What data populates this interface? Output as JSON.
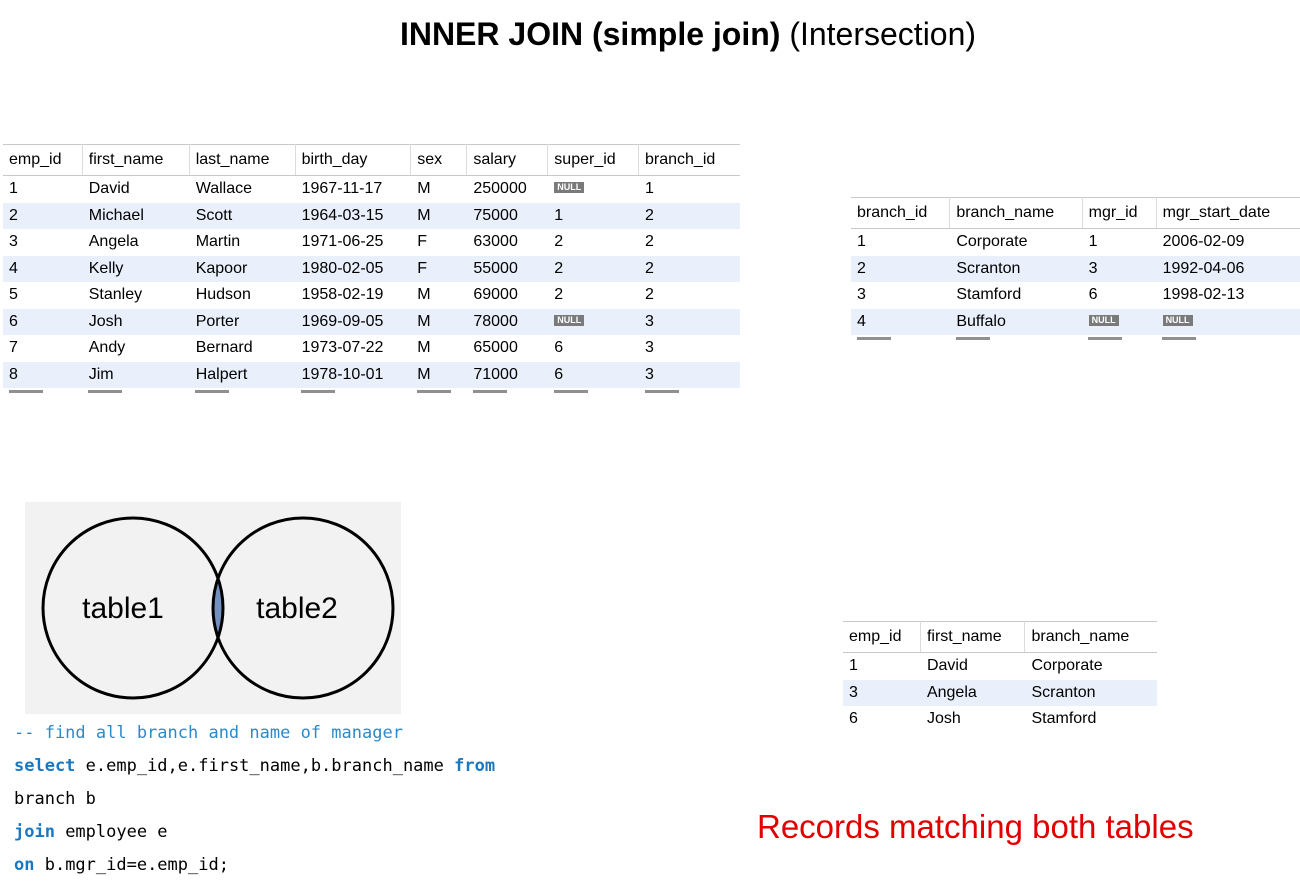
{
  "heading": {
    "bold_part": "INNER JOIN (simple join)",
    "normal_part": "(Intersection)"
  },
  "employee_table": {
    "columns": [
      "emp_id",
      "first_name",
      "last_name",
      "birth_day",
      "sex",
      "salary",
      "super_id",
      "branch_id"
    ],
    "rows": [
      [
        "1",
        "David",
        "Wallace",
        "1967-11-17",
        "M",
        "250000",
        "NULL",
        "1"
      ],
      [
        "2",
        "Michael",
        "Scott",
        "1964-03-15",
        "M",
        "75000",
        "1",
        "2"
      ],
      [
        "3",
        "Angela",
        "Martin",
        "1971-06-25",
        "F",
        "63000",
        "2",
        "2"
      ],
      [
        "4",
        "Kelly",
        "Kapoor",
        "1980-02-05",
        "F",
        "55000",
        "2",
        "2"
      ],
      [
        "5",
        "Stanley",
        "Hudson",
        "1958-02-19",
        "M",
        "69000",
        "2",
        "2"
      ],
      [
        "6",
        "Josh",
        "Porter",
        "1969-09-05",
        "M",
        "78000",
        "NULL",
        "3"
      ],
      [
        "7",
        "Andy",
        "Bernard",
        "1973-07-22",
        "M",
        "65000",
        "6",
        "3"
      ],
      [
        "8",
        "Jim",
        "Halpert",
        "1978-10-01",
        "M",
        "71000",
        "6",
        "3"
      ]
    ]
  },
  "branch_table": {
    "columns": [
      "branch_id",
      "branch_name",
      "mgr_id",
      "mgr_start_date"
    ],
    "rows": [
      [
        "1",
        "Corporate",
        "1",
        "2006-02-09"
      ],
      [
        "2",
        "Scranton",
        "3",
        "1992-04-06"
      ],
      [
        "3",
        "Stamford",
        "6",
        "1998-02-13"
      ],
      [
        "4",
        "Buffalo",
        "NULL",
        "NULL"
      ]
    ]
  },
  "result_table": {
    "columns": [
      "emp_id",
      "first_name",
      "branch_name"
    ],
    "rows": [
      [
        "1",
        "David",
        "Corporate"
      ],
      [
        "3",
        "Angela",
        "Scranton"
      ],
      [
        "6",
        "Josh",
        "Stamford"
      ]
    ]
  },
  "venn": {
    "left_label": "table1",
    "right_label": "table2",
    "intersection_color": "#7391bf"
  },
  "code": {
    "comment": "-- find all branch and name of manager",
    "kw_select": "select",
    "line1_rest": " e.emp_id,e.first_name,b.branch_name ",
    "kw_from": "from",
    "line2": "branch b",
    "kw_join": "join",
    "line3_rest": " employee e",
    "kw_on": "on",
    "line4_rest": " b.mgr_id=e.emp_id;"
  },
  "caption": "Records matching both tables",
  "null_text": "NULL"
}
